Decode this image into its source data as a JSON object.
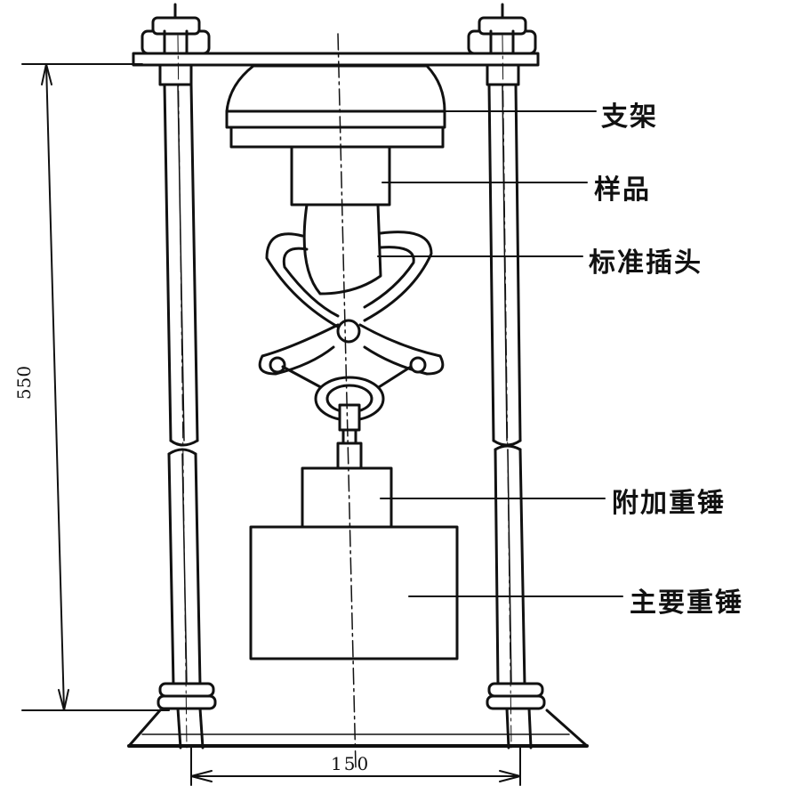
{
  "labels": {
    "frame": "支架",
    "sample": "样品",
    "standard_plug": "标准插头",
    "additional_weight": "附加重锤",
    "main_weight": "主要重锤"
  },
  "dimensions": {
    "height": "550",
    "width": "150"
  },
  "colors": {
    "ink": "#111111",
    "paper": "#ffffff"
  }
}
